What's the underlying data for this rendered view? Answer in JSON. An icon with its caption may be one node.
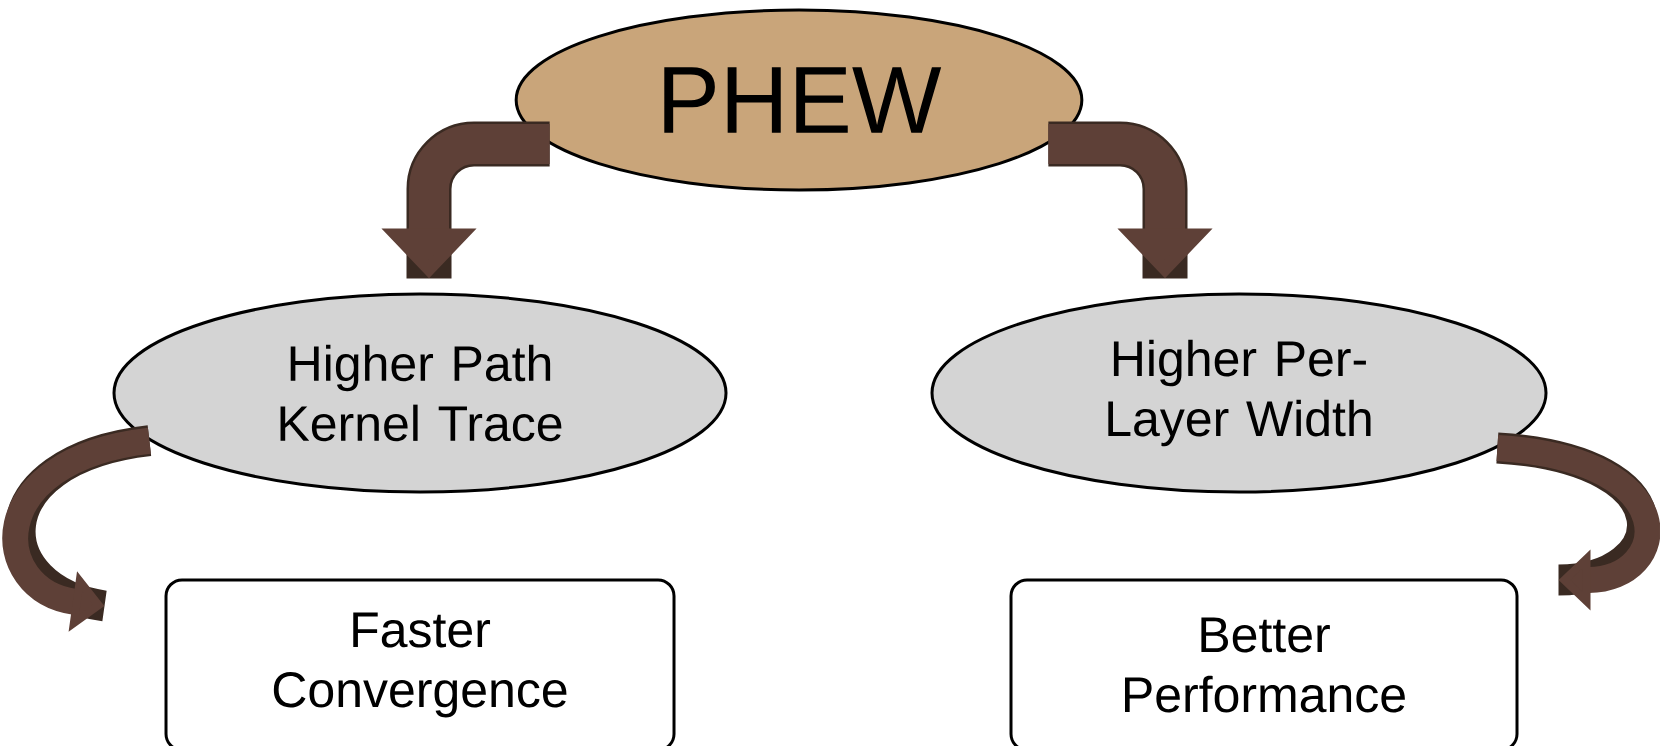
{
  "diagram": {
    "nodes": [
      {
        "text": [
          "PHEW"
        ]
      },
      {
        "text": [
          "Higher Path Kernel Trace"
        ]
      },
      {
        "text": [
          "Higher Per-Layer Width"
        ]
      },
      {
        "text": [
          "Faster Convergence"
        ]
      },
      {
        "text": [
          "Better Performance"
        ]
      }
    ],
    "edges": [
      {
        "from": 0,
        "to": 1,
        "arrow": "to"
      },
      {
        "from": 0,
        "to": 2,
        "arrow": "to"
      },
      {
        "from": 1,
        "to": 3,
        "arrow": "to"
      },
      {
        "from": 2,
        "to": 4,
        "arrow": "to"
      }
    ]
  }
}
